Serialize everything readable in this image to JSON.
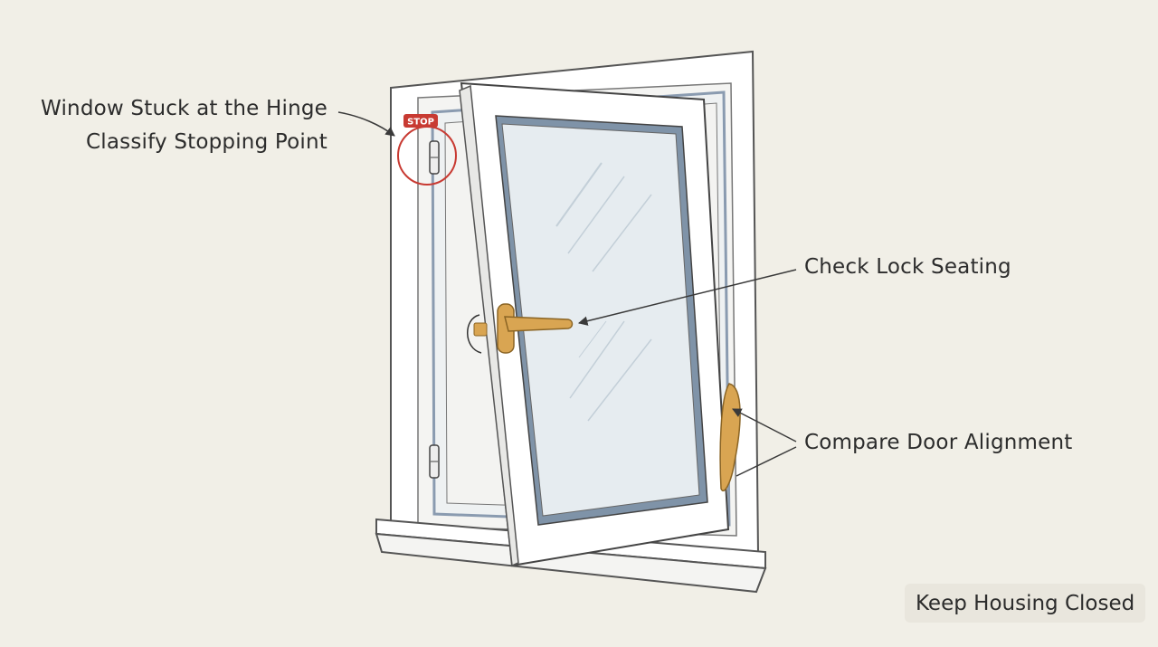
{
  "colors": {
    "background": "#f1efe7",
    "frame": "#ffffff",
    "outline": "#555555",
    "glass": "#e6ecf0",
    "seal": "#8a9bb0",
    "brass": "#d9a552",
    "stop_red": "#c83a32"
  },
  "icons": {
    "stop_badge": "stop-sign-icon",
    "highlight": "circle-highlight-icon"
  },
  "labels": {
    "hinge_line1": "Window Stuck at the Hinge",
    "hinge_line2": "Classify Stopping Point",
    "stop": "STOP",
    "lock": "Check Lock Seating",
    "door": "Compare Door Alignment",
    "badge": "Keep Housing Closed"
  }
}
